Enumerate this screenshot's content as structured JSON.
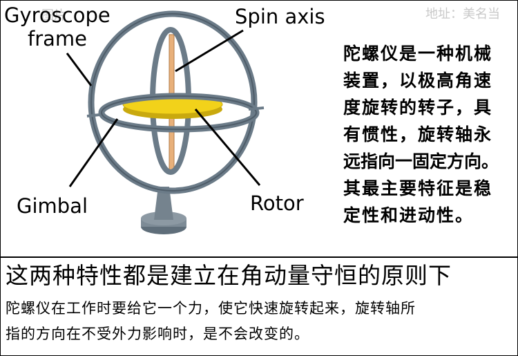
{
  "labels": {
    "gyroscope_frame_line1": "Gyroscope",
    "gyroscope_frame_line2": "frame",
    "spin_axis": "Spin axis",
    "gimbal": "Gimbal",
    "rotor": "Rotor"
  },
  "side_text_lines": [
    "陀螺仪是一种机械",
    "装置，以极高角速",
    "度旋转的转子，具",
    "有惯性，旋转轴永",
    "远指向一固定方向。",
    "其最主要特征是稳",
    "定性和进动性。"
  ],
  "headline": "这两种特性都是建立在角动量守恒的原则下",
  "body_lines": [
    "陀螺仪在工作时要给它一个力，使它快速旋转起来，旋转轴所",
    "指的方向在不受外力影响时，是不会改变的。"
  ],
  "watermark": {
    "left": "图片",
    "right": "地址：美名当"
  },
  "colors": {
    "ring": "#6b7b88",
    "ring_dark": "#4f5d69",
    "rotor": "#f2d21a",
    "rotor_edge": "#c9a90e",
    "axis": "#e8b07a"
  }
}
